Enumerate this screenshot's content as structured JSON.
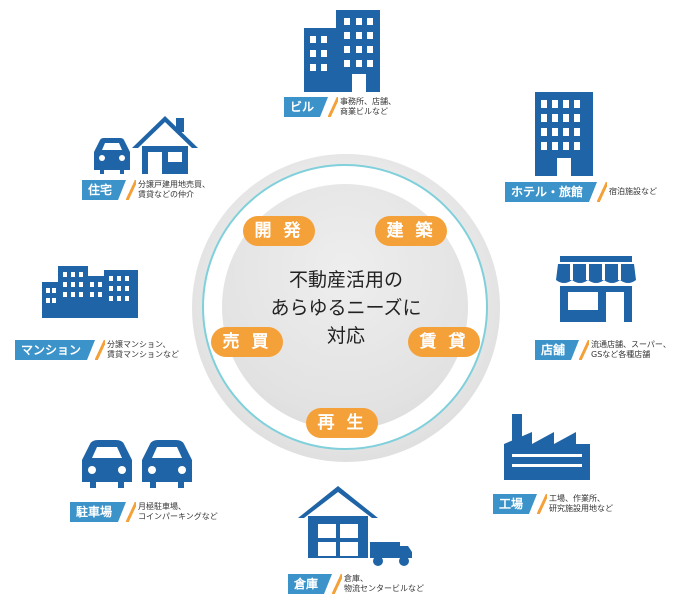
{
  "center": {
    "lines": [
      "不動産活用の",
      "あらゆるニーズに",
      "対応"
    ]
  },
  "services": {
    "kaihatsu": "開 発",
    "kenchiku": "建 築",
    "baibai": "売 買",
    "chintai": "賃 貸",
    "saisei": "再 生"
  },
  "categories": {
    "building": {
      "label": "ビル",
      "desc1": "事務所、店舗、",
      "desc2": "商業ビルなど",
      "icon": "office-building-icon"
    },
    "hotel": {
      "label": "ホテル・旅館",
      "desc1": "宿泊施設など",
      "desc2": "",
      "icon": "hotel-icon"
    },
    "store": {
      "label": "店舗",
      "desc1": "流通店舗、スーパー、",
      "desc2": "GSなど各種店舗",
      "icon": "store-icon"
    },
    "factory": {
      "label": "工場",
      "desc1": "工場、作業所、",
      "desc2": "研究施設用地など",
      "icon": "factory-icon"
    },
    "warehouse": {
      "label": "倉庫",
      "desc1": "倉庫、",
      "desc2": "物流センタービルなど",
      "icon": "warehouse-icon"
    },
    "parking": {
      "label": "駐車場",
      "desc1": "月極駐車場、",
      "desc2": "コインパーキングなど",
      "icon": "parking-icon"
    },
    "mansion": {
      "label": "マンション",
      "desc1": "分譲マンション、",
      "desc2": "賃貸マンションなど",
      "icon": "mansion-icon"
    },
    "house": {
      "label": "住宅",
      "desc1": "分譲戸建用地売買、",
      "desc2": "賃貸などの仲介",
      "icon": "house-icon"
    }
  },
  "colors": {
    "primary": "#1f64a6",
    "label_bg": "#3b93c9",
    "accent": "#f4a13a",
    "ring": "#7fd0db"
  }
}
